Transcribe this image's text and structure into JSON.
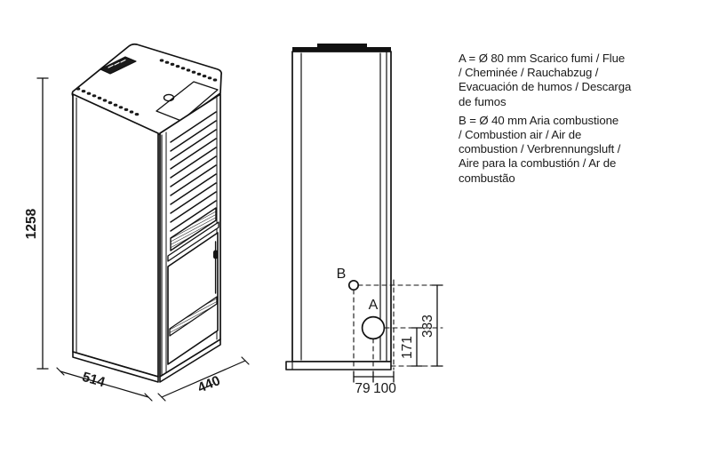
{
  "drawing": {
    "title": "Pellet stove dimensional drawing",
    "units": "mm",
    "line_color": "#111111",
    "text_color": "#1a1a1a"
  },
  "views": {
    "isometric": {
      "name": "isometric-view",
      "dimensions": {
        "height": {
          "value": "1258",
          "orientation": "vertical"
        },
        "depth": {
          "value": "514",
          "orientation": "diagonal-left"
        },
        "width": {
          "value": "440",
          "orientation": "diagonal-right"
        }
      }
    },
    "side": {
      "name": "side-view",
      "callouts": [
        {
          "id": "A",
          "label": "A",
          "shape": "circle",
          "diameter_mm": 80
        },
        {
          "id": "B",
          "label": "B",
          "shape": "circle",
          "diameter_mm": 40
        }
      ],
      "dimensions": {
        "height_to_b": {
          "value": "333"
        },
        "height_to_a": {
          "value": "171"
        },
        "offset_b": {
          "value": "79"
        },
        "offset_a": {
          "value": "100"
        }
      }
    }
  },
  "legend": {
    "items": [
      {
        "key": "A",
        "prefix": "A =",
        "spec": "Ø 80 mm",
        "text": "A = Ø 80 mm  Scarico fumi / Flue / Cheminée / Rauchabzug / Evacuación de humos / Descarga de fumos",
        "lines": [
          "A = Ø 80 mm  Scarico fumi / Flue",
          "/ Cheminée / Rauchabzug /",
          "Evacuación de humos / Descarga",
          "de fumos"
        ]
      },
      {
        "key": "B",
        "prefix": "B =",
        "spec": "Ø 40 mm",
        "text": "B = Ø 40 mm  Aria combustione / Combustion air / Air de combustion / Verbrennungsluft / Aire para la combustión / Ar de combustão",
        "lines": [
          "B = Ø 40 mm  Aria combustione",
          "/ Combustion air / Air de",
          "combustion / Verbrennungsluft /",
          "Aire para la combustión / Ar de",
          "combustão"
        ]
      }
    ]
  },
  "labels": {
    "height_1258": "1258",
    "depth_514": "514",
    "width_440": "440",
    "dim_333": "333",
    "dim_171": "171",
    "dim_79": "79",
    "dim_100": "100",
    "callout_a": "A",
    "callout_b": "B"
  }
}
